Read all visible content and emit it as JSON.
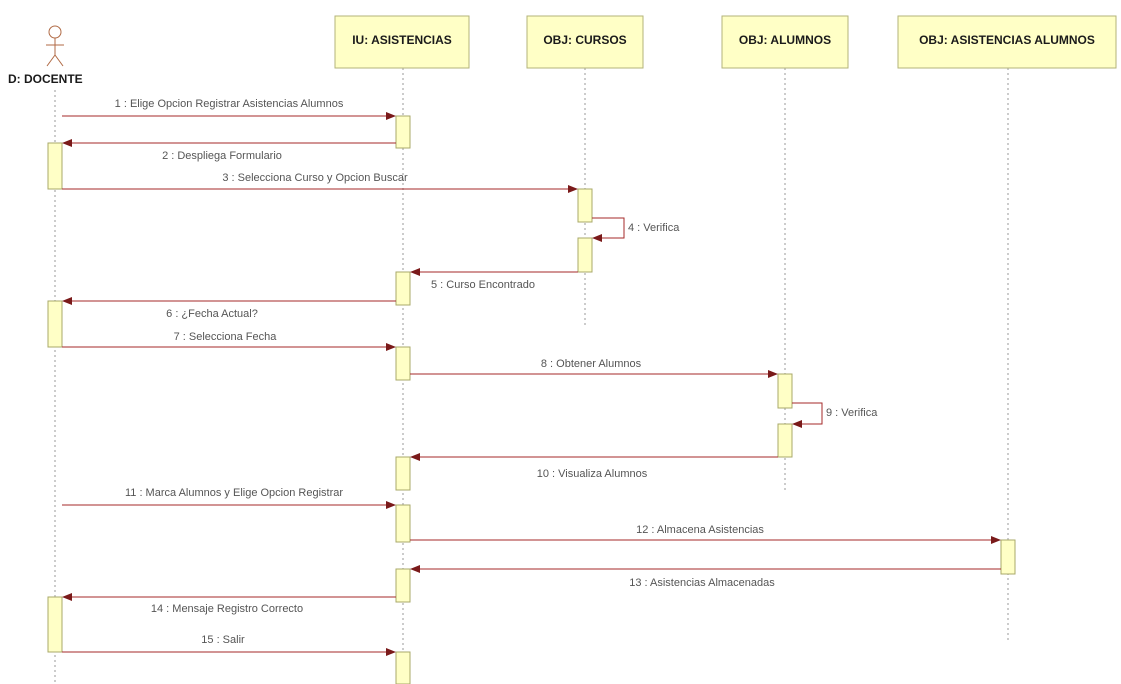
{
  "actor": {
    "name": "D: DOCENTE"
  },
  "lifelines": [
    {
      "id": "iu",
      "name": "IU: ASISTENCIAS"
    },
    {
      "id": "cursos",
      "name": "OBJ: CURSOS"
    },
    {
      "id": "alumnos",
      "name": "OBJ: ALUMNOS"
    },
    {
      "id": "asist",
      "name": "OBJ: ASISTENCIAS ALUMNOS"
    }
  ],
  "messages": [
    {
      "label": "1 : Elige Opcion Registrar Asistencias Alumnos"
    },
    {
      "label": "2 : Despliega Formulario"
    },
    {
      "label": "3 : Selecciona Curso y Opcion Buscar"
    },
    {
      "label": "4 : Verifica"
    },
    {
      "label": "5 : Curso Encontrado"
    },
    {
      "label": "6 : ¿Fecha Actual?"
    },
    {
      "label": "7 : Selecciona Fecha"
    },
    {
      "label": "8 : Obtener Alumnos"
    },
    {
      "label": "9 : Verifica"
    },
    {
      "label": "10 : Visualiza Alumnos"
    },
    {
      "label": "11 : Marca Alumnos y Elige Opcion Registrar"
    },
    {
      "label": "12 : Almacena Asistencias"
    },
    {
      "label": "13 : Asistencias Almacenadas"
    },
    {
      "label": "14 : Mensaje Registro Correcto"
    },
    {
      "label": "15 : Salir"
    }
  ]
}
